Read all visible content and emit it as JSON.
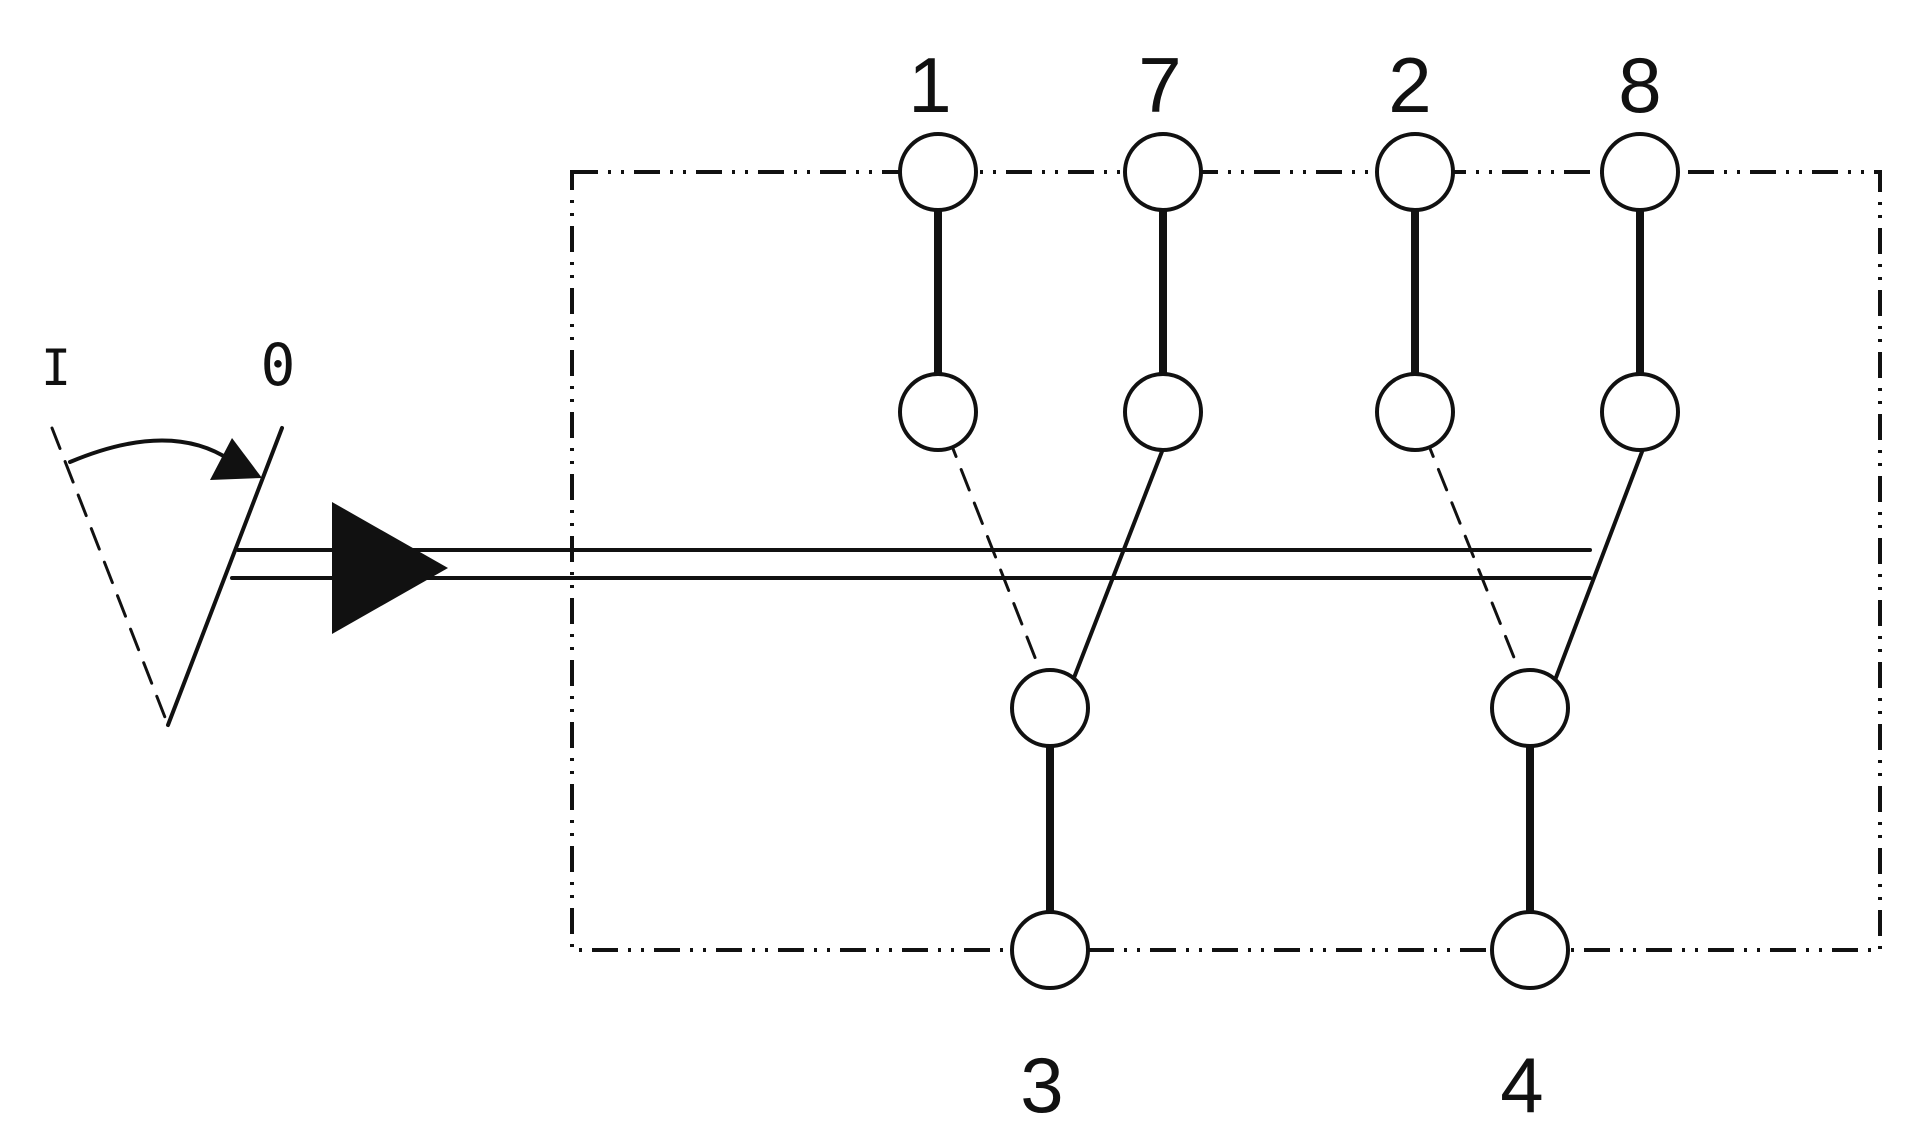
{
  "diagram": {
    "terminal_labels": {
      "t1": "1",
      "t7": "7",
      "t2": "2",
      "t8": "8",
      "t3": "3",
      "t4": "4"
    },
    "positions": {
      "on": "I",
      "off": "0"
    }
  }
}
